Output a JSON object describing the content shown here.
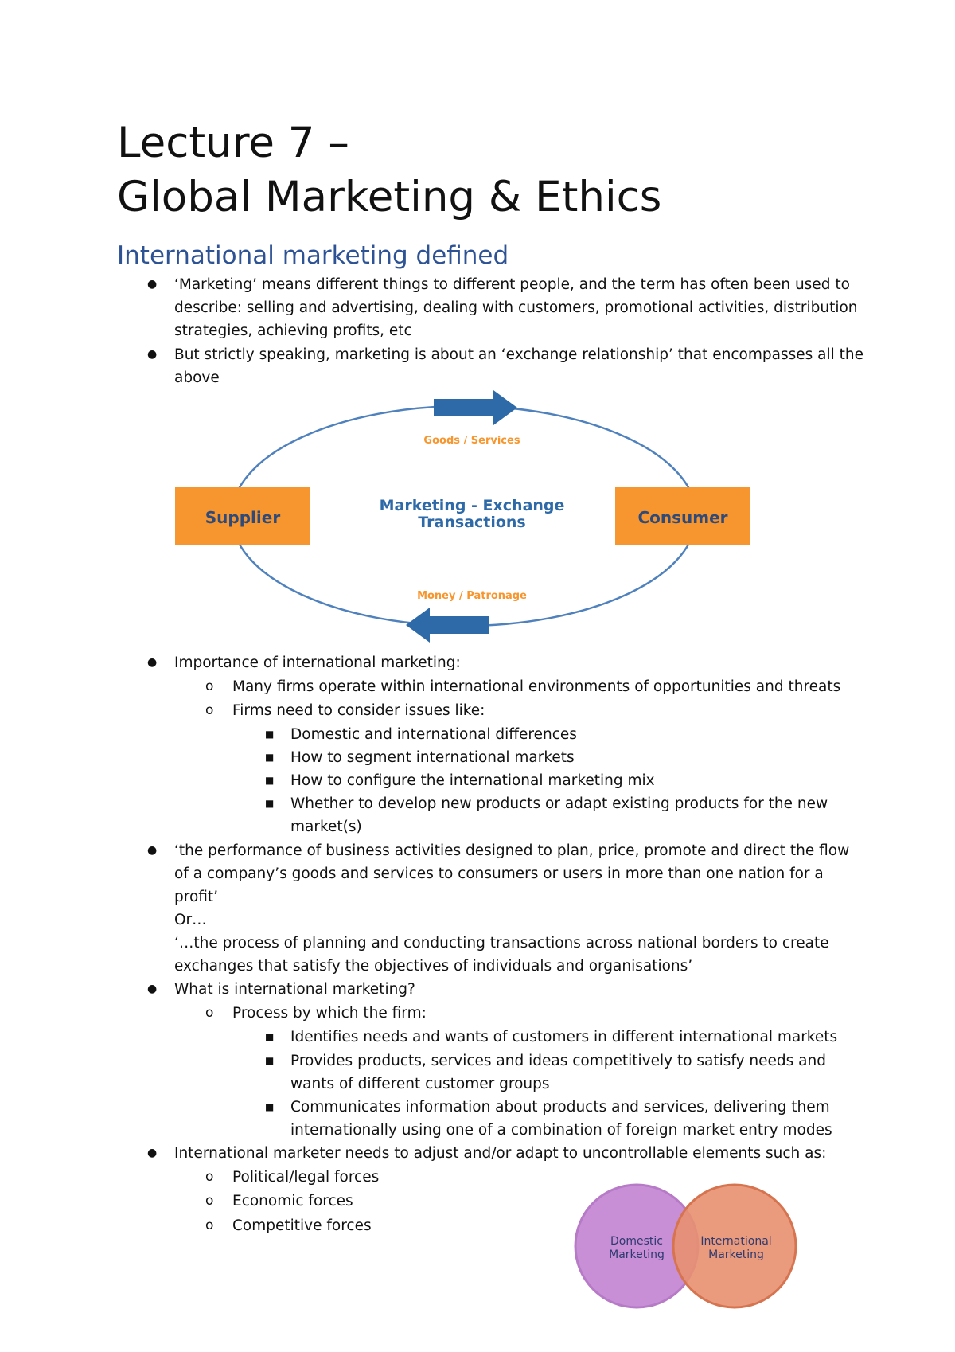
{
  "document": {
    "title_line1": "Lecture 7 –",
    "title_line2": "Global Marketing & Ethics",
    "section_heading": "International marketing defined"
  },
  "diagram_exchange": {
    "supplier": "Supplier",
    "consumer": "Consumer",
    "center_line1": "Marketing - Exchange",
    "center_line2": "Transactions",
    "top_label": "Goods / Services",
    "bottom_label": "Money / Patronage",
    "box_color": "#f7962e",
    "ellipse_color": "#4f81bd",
    "arrow_color": "#2e6aa8",
    "label_color": "#f7962e",
    "center_color": "#2e6aa8"
  },
  "diagram_venn": {
    "left_line1": "Domestic",
    "left_line2": "Marketing",
    "right_line1": "International",
    "right_line2": "Marketing",
    "left_color": "#c88fd6",
    "right_color": "#e89070",
    "text_color": "#2e3a6e"
  },
  "lines": [
    "‘Marketing’ means different things to different people, and the term has often been used to",
    "describe: selling and advertising, dealing with customers, promotional activities, distribution",
    "strategies, achieving profits, etc",
    "But strictly speaking, marketing is about an ‘exchange relationship’ that encompasses all the",
    "above",
    "Importance of international marketing:",
    "Many firms operate within international environments of opportunities and threats",
    "Firms need to consider issues like:",
    "Domestic and international differences",
    "How to segment international markets",
    "How to configure the international marketing mix",
    "Whether to develop new products or adapt existing products for the new",
    "market(s)",
    "‘the performance of business activities designed to plan, price, promote and direct the flow",
    "of a company’s goods and services to consumers or users in more than one nation for a",
    "profit’",
    "Or…",
    "‘…the process of planning and conducting transactions across national borders to create",
    "exchanges that satisfy the objectives of individuals and organisations’",
    "What is international marketing?",
    "Process by which the firm:",
    "Identifies needs and wants of customers in different international markets",
    "Provides products, services and ideas competitively to satisfy needs and",
    "wants of different customer groups",
    "Communicates information about products and services, delivering them",
    "internationally using one of a combination of foreign market entry modes",
    "International marketer needs to adjust and/or adapt to uncontrollable elements such as:",
    "Political/legal forces",
    "Economic forces",
    "Competitive forces"
  ],
  "bullets": {
    "level1": "●",
    "level2": "o",
    "level3": "■"
  }
}
